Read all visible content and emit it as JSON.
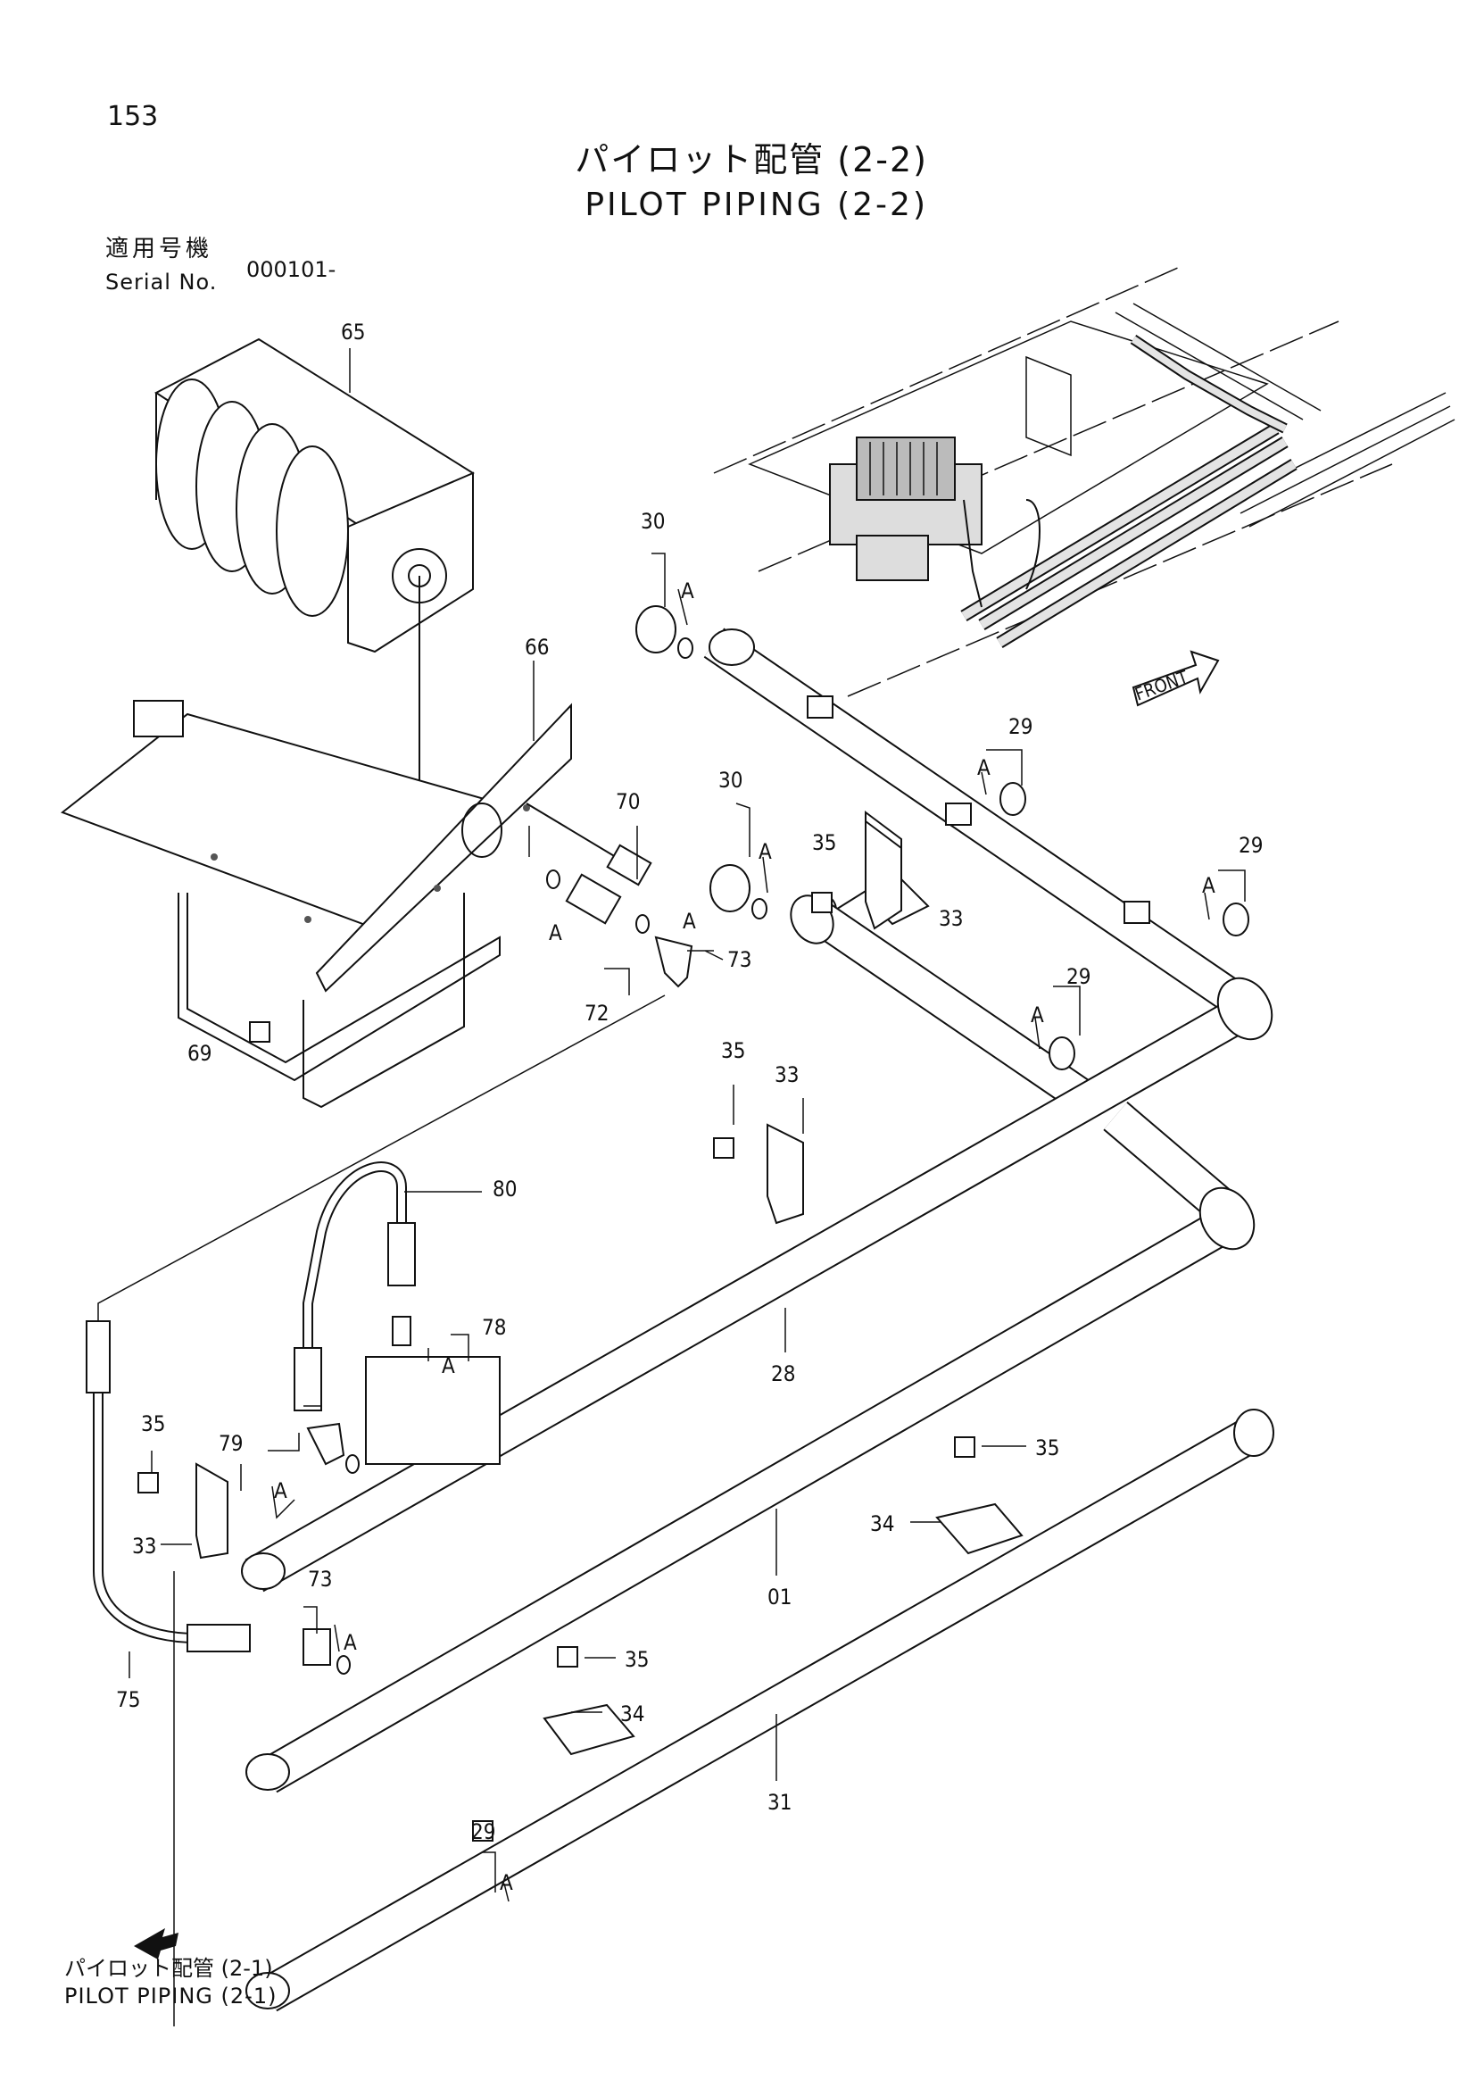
{
  "page_number": "153",
  "title_jp": "パイロット配管 (2-2)",
  "title_en": "PILOT PIPING (2-2)",
  "serial_label_jp": "適用号機",
  "serial_label_en": "Serial No.",
  "serial_value": "000101-",
  "front_label": "FRONT",
  "ref_jp": "パイロット配管 (2-1)",
  "ref_en": "PILOT PIPING (2-1)",
  "callouts": {
    "c65": "65",
    "c66": "66",
    "c69": "69",
    "c70": "70",
    "c72": "72",
    "c73a": "73",
    "c73b": "73",
    "c30a": "30",
    "c30b": "30",
    "c29a": "29",
    "c29b": "29",
    "c29c": "29",
    "c29d": "29",
    "c35a": "35",
    "c35b": "35",
    "c35c": "35",
    "c35d": "35",
    "c35e": "35",
    "c33a": "33",
    "c33b": "33",
    "c33c": "33",
    "c34a": "34",
    "c34b": "34",
    "c28": "28",
    "c01": "01",
    "c31": "31",
    "c75": "75",
    "c78": "78",
    "c79": "79",
    "c80": "80"
  },
  "a_mark": "A"
}
